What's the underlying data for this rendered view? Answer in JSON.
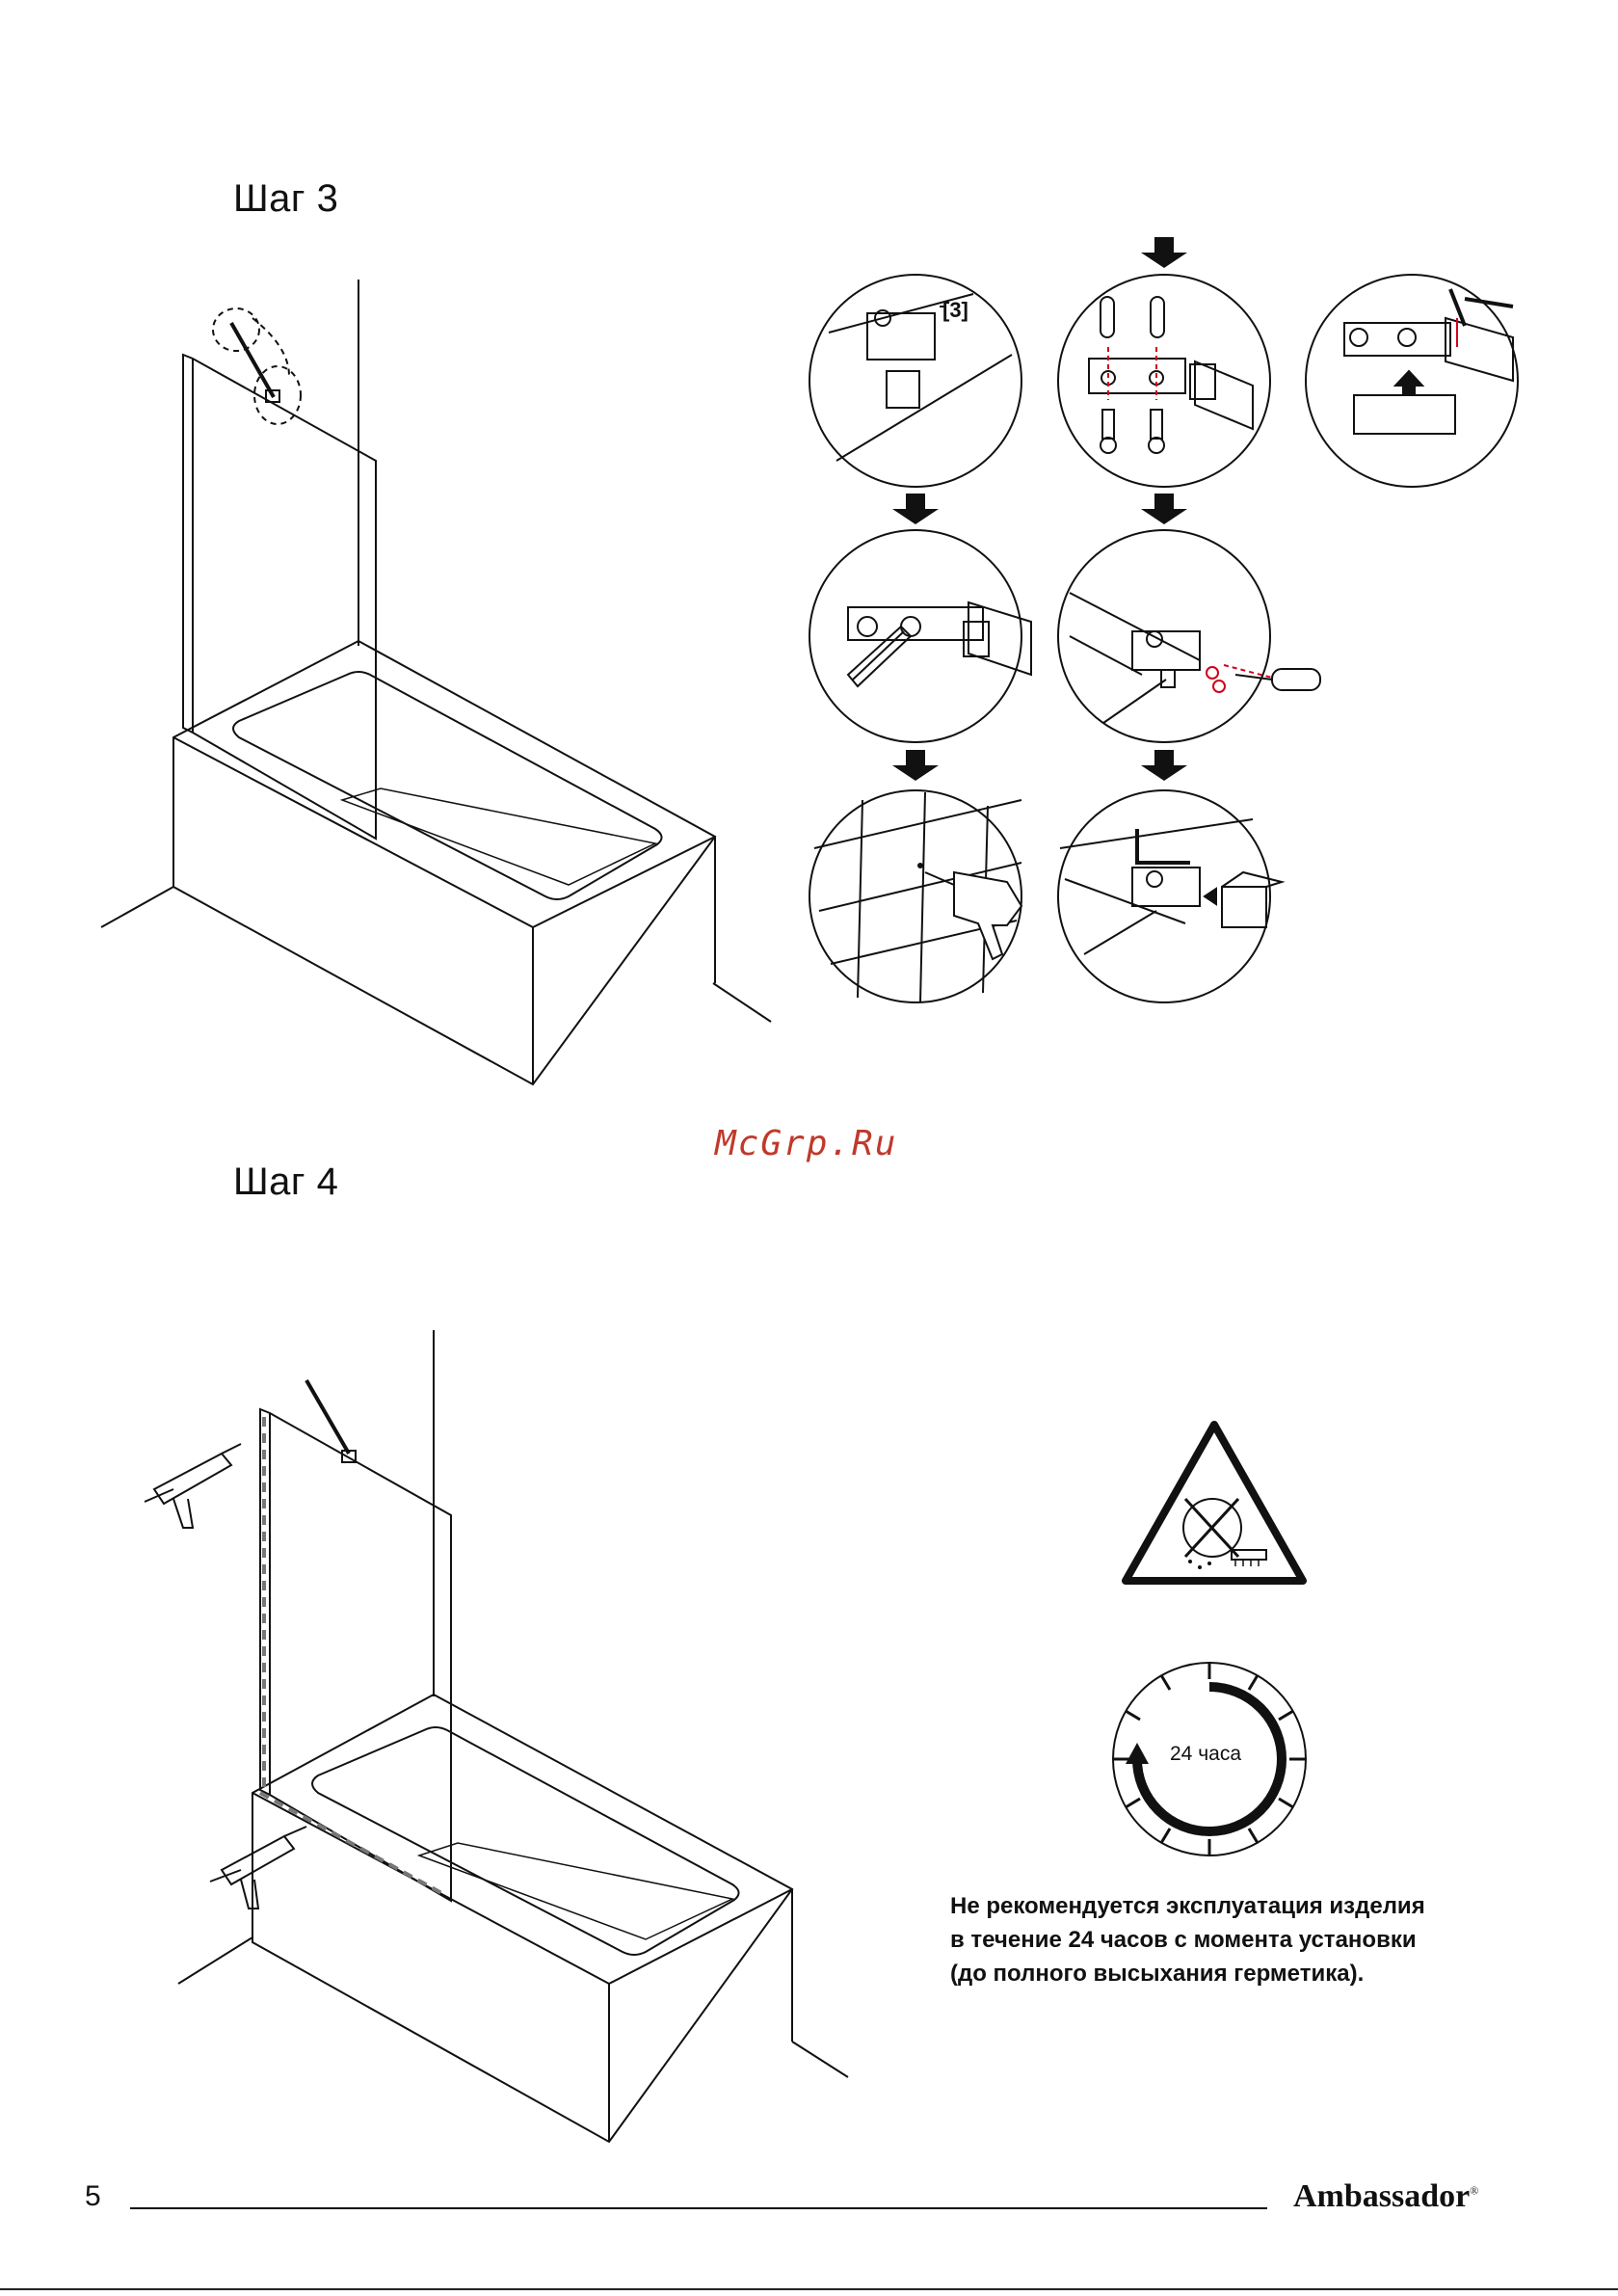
{
  "page": {
    "step3_title": "Шаг 3",
    "step4_title": "Шаг 4",
    "watermark": "McGrp.Ru",
    "part_ref_label": "[3]",
    "clock_label": "24 часа",
    "note_lines": [
      "Не рекомендуется эксплуатация изделия",
      "в течение 24 часов с момента установки",
      "(до полного высыхания герметика)."
    ],
    "page_number": "5",
    "brand": "Ambassador",
    "brand_mark": "®"
  },
  "colors": {
    "ink": "#111111",
    "accent": "#d0021b",
    "watermark": "#c0392b"
  },
  "icons": {
    "warning": "warning-triangle-icon",
    "clock": "clock-icon",
    "arrow": "arrow-down-icon"
  }
}
